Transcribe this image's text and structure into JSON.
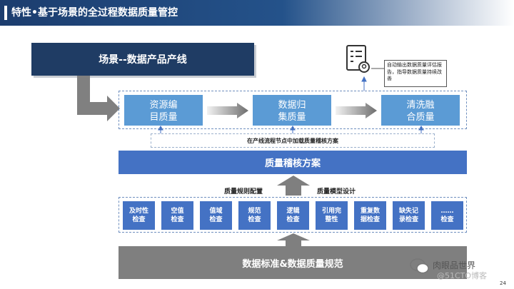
{
  "header": {
    "title": "特性•基于场景的全过程数据质量管控"
  },
  "scene": {
    "label": "场景--数据产品产线"
  },
  "stages": [
    "资源编\n目质量",
    "数据归\n集质量",
    "清洗融\n合质量"
  ],
  "note": {
    "text": "自动输出数据质量评估报告，指导数据质量持续改善",
    "icon": "report-document-icon"
  },
  "pipeline_band": "在产线流程节点中加载质量稽核方案",
  "audit_plan": "质量稽核方案",
  "config_labels": {
    "left": "质量规则配置",
    "right": "质量模型设计"
  },
  "checks": [
    "及时性\n检查",
    "空值\n检查",
    "值域\n检查",
    "规范\n检查",
    "逻辑\n检查",
    "引用完\n整性",
    "重复数\n据检查",
    "缺失记\n录检查",
    "……\n检查"
  ],
  "standards": "数据标准&数据质量规范",
  "watermark": {
    "name": "肉眼品世界",
    "sub": "@51CTO博客"
  },
  "page_number": "24",
  "colors": {
    "header": "#1c3d6e",
    "stage": "#5b9bd5",
    "audit": "#4472c4",
    "gray": "#7f7f7f"
  }
}
